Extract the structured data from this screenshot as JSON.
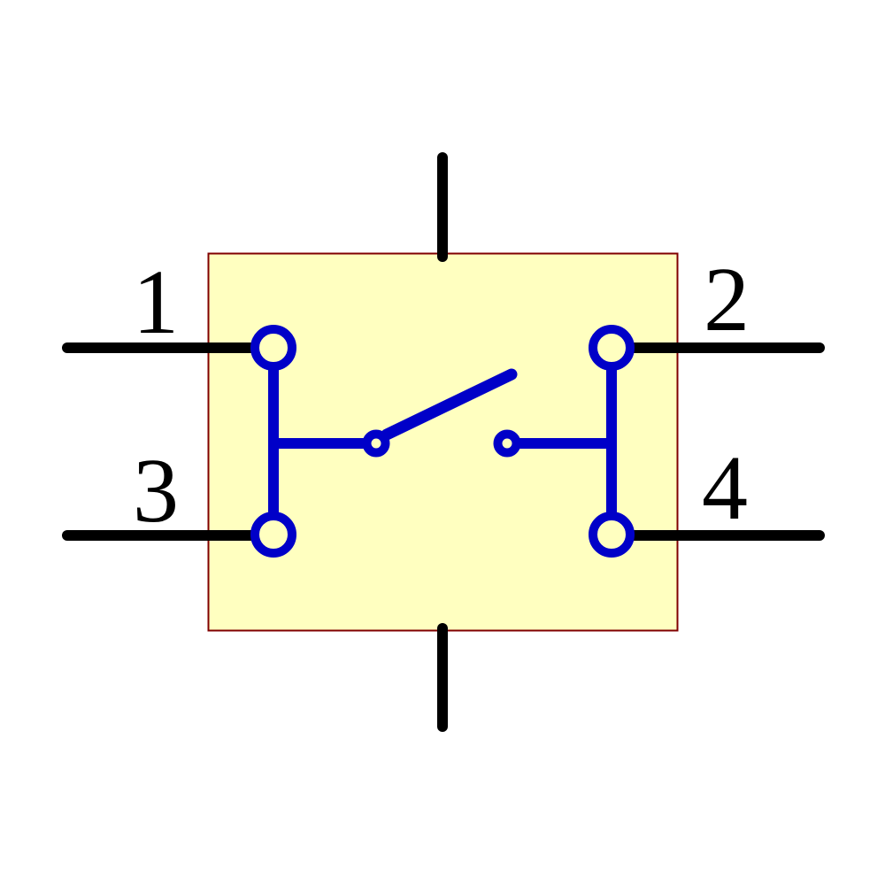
{
  "diagram": {
    "kind": "schematic-symbol",
    "pins": [
      {
        "number": "1",
        "side": "left",
        "row": "top"
      },
      {
        "number": "2",
        "side": "right",
        "row": "top"
      },
      {
        "number": "3",
        "side": "left",
        "row": "bottom"
      },
      {
        "number": "4",
        "side": "right",
        "row": "bottom"
      }
    ]
  },
  "colors": {
    "background": "#FFFFFF",
    "body_fill": "#FFFFC0",
    "body_outline": "#800000",
    "wire": "#000000",
    "symbol": "#0000C8"
  }
}
